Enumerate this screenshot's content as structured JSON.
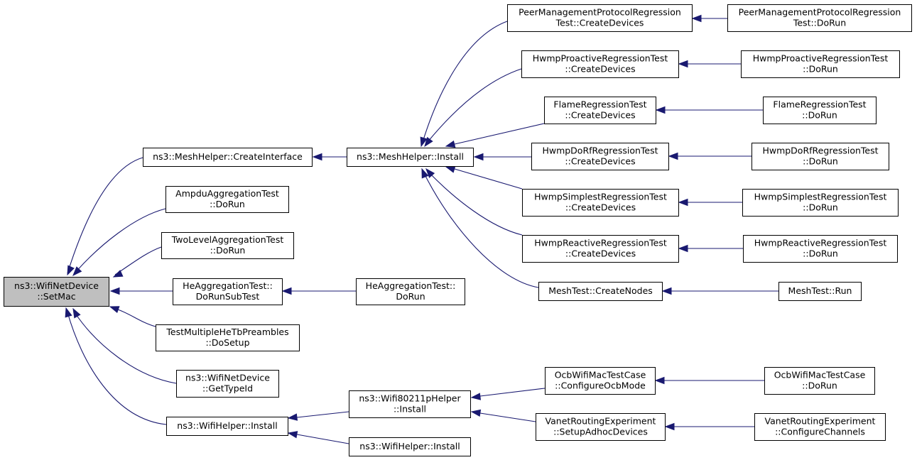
{
  "colors": {
    "edge": "#191970",
    "node_fill": "#ffffff",
    "root_fill": "#bfbfbf",
    "border": "#000000"
  },
  "nodes": [
    {
      "id": "root",
      "lines": [
        "ns3::WifiNetDevice",
        "::SetMac"
      ],
      "highlighted": true
    },
    {
      "id": "mesh_ci",
      "lines": [
        "ns3::MeshHelper::CreateInterface"
      ]
    },
    {
      "id": "ampdu",
      "lines": [
        "AmpduAggregationTest",
        "::DoRun"
      ]
    },
    {
      "id": "twolevel",
      "lines": [
        "TwoLevelAggregationTest",
        "::DoRun"
      ]
    },
    {
      "id": "heagg_sub",
      "lines": [
        "HeAggregationTest::",
        "DoRunSubTest"
      ]
    },
    {
      "id": "multihe",
      "lines": [
        "TestMultipleHeTbPreambles",
        "::DoSetup"
      ]
    },
    {
      "id": "gettypeid",
      "lines": [
        "ns3::WifiNetDevice",
        "::GetTypeId"
      ]
    },
    {
      "id": "wifihelper_install",
      "lines": [
        "ns3::WifiHelper::Install"
      ]
    },
    {
      "id": "mesh_install",
      "lines": [
        "ns3::MeshHelper::Install"
      ]
    },
    {
      "id": "heagg_run",
      "lines": [
        "HeAggregationTest::",
        "DoRun"
      ]
    },
    {
      "id": "wifi80211p",
      "lines": [
        "ns3::Wifi80211pHelper",
        "::Install"
      ]
    },
    {
      "id": "wifihelper_install2",
      "lines": [
        "ns3::WifiHelper::Install"
      ]
    },
    {
      "id": "pmp_cd",
      "lines": [
        "PeerManagementProtocolRegression",
        "Test::CreateDevices"
      ]
    },
    {
      "id": "hwmpp_cd",
      "lines": [
        "HwmpProactiveRegressionTest",
        "::CreateDevices"
      ]
    },
    {
      "id": "flame_cd",
      "lines": [
        "FlameRegressionTest",
        "::CreateDevices"
      ]
    },
    {
      "id": "hwmpdorf_cd",
      "lines": [
        "HwmpDoRfRegressionTest",
        "::CreateDevices"
      ]
    },
    {
      "id": "hwmps_cd",
      "lines": [
        "HwmpSimplestRegressionTest",
        "::CreateDevices"
      ]
    },
    {
      "id": "hwmpr_cd",
      "lines": [
        "HwmpReactiveRegressionTest",
        "::CreateDevices"
      ]
    },
    {
      "id": "meshtest_cn",
      "lines": [
        "MeshTest::CreateNodes"
      ]
    },
    {
      "id": "ocb_com",
      "lines": [
        "OcbWifiMacTestCase",
        "::ConfigureOcbMode"
      ]
    },
    {
      "id": "vanet_sad",
      "lines": [
        "VanetRoutingExperiment",
        "::SetupAdhocDevices"
      ]
    },
    {
      "id": "pmp_run",
      "lines": [
        "PeerManagementProtocolRegression",
        "Test::DoRun"
      ]
    },
    {
      "id": "hwmpp_run",
      "lines": [
        "HwmpProactiveRegressionTest",
        "::DoRun"
      ]
    },
    {
      "id": "flame_run",
      "lines": [
        "FlameRegressionTest",
        "::DoRun"
      ]
    },
    {
      "id": "hwmpdorf_run",
      "lines": [
        "HwmpDoRfRegressionTest",
        "::DoRun"
      ]
    },
    {
      "id": "hwmps_run",
      "lines": [
        "HwmpSimplestRegressionTest",
        "::DoRun"
      ]
    },
    {
      "id": "hwmpr_run",
      "lines": [
        "HwmpReactiveRegressionTest",
        "::DoRun"
      ]
    },
    {
      "id": "meshtest_run",
      "lines": [
        "MeshTest::Run"
      ]
    },
    {
      "id": "ocb_run",
      "lines": [
        "OcbWifiMacTestCase",
        "::DoRun"
      ]
    },
    {
      "id": "vanet_cc",
      "lines": [
        "VanetRoutingExperiment",
        "::ConfigureChannels"
      ]
    }
  ],
  "edges": [
    {
      "from": "mesh_ci",
      "to": "root"
    },
    {
      "from": "ampdu",
      "to": "root"
    },
    {
      "from": "twolevel",
      "to": "root"
    },
    {
      "from": "heagg_sub",
      "to": "root"
    },
    {
      "from": "multihe",
      "to": "root"
    },
    {
      "from": "gettypeid",
      "to": "root"
    },
    {
      "from": "wifihelper_install",
      "to": "root"
    },
    {
      "from": "mesh_install",
      "to": "mesh_ci"
    },
    {
      "from": "heagg_run",
      "to": "heagg_sub"
    },
    {
      "from": "wifi80211p",
      "to": "wifihelper_install"
    },
    {
      "from": "wifihelper_install2",
      "to": "wifihelper_install"
    },
    {
      "from": "pmp_cd",
      "to": "mesh_install"
    },
    {
      "from": "hwmpp_cd",
      "to": "mesh_install"
    },
    {
      "from": "flame_cd",
      "to": "mesh_install"
    },
    {
      "from": "hwmpdorf_cd",
      "to": "mesh_install"
    },
    {
      "from": "hwmps_cd",
      "to": "mesh_install"
    },
    {
      "from": "hwmpr_cd",
      "to": "mesh_install"
    },
    {
      "from": "meshtest_cn",
      "to": "mesh_install"
    },
    {
      "from": "ocb_com",
      "to": "wifi80211p"
    },
    {
      "from": "vanet_sad",
      "to": "wifi80211p"
    },
    {
      "from": "pmp_run",
      "to": "pmp_cd"
    },
    {
      "from": "hwmpp_run",
      "to": "hwmpp_cd"
    },
    {
      "from": "flame_run",
      "to": "flame_cd"
    },
    {
      "from": "hwmpdorf_run",
      "to": "hwmpdorf_cd"
    },
    {
      "from": "hwmps_run",
      "to": "hwmps_cd"
    },
    {
      "from": "hwmpr_run",
      "to": "hwmpr_cd"
    },
    {
      "from": "meshtest_run",
      "to": "meshtest_cn"
    },
    {
      "from": "ocb_run",
      "to": "ocb_com"
    },
    {
      "from": "vanet_cc",
      "to": "vanet_sad"
    }
  ]
}
